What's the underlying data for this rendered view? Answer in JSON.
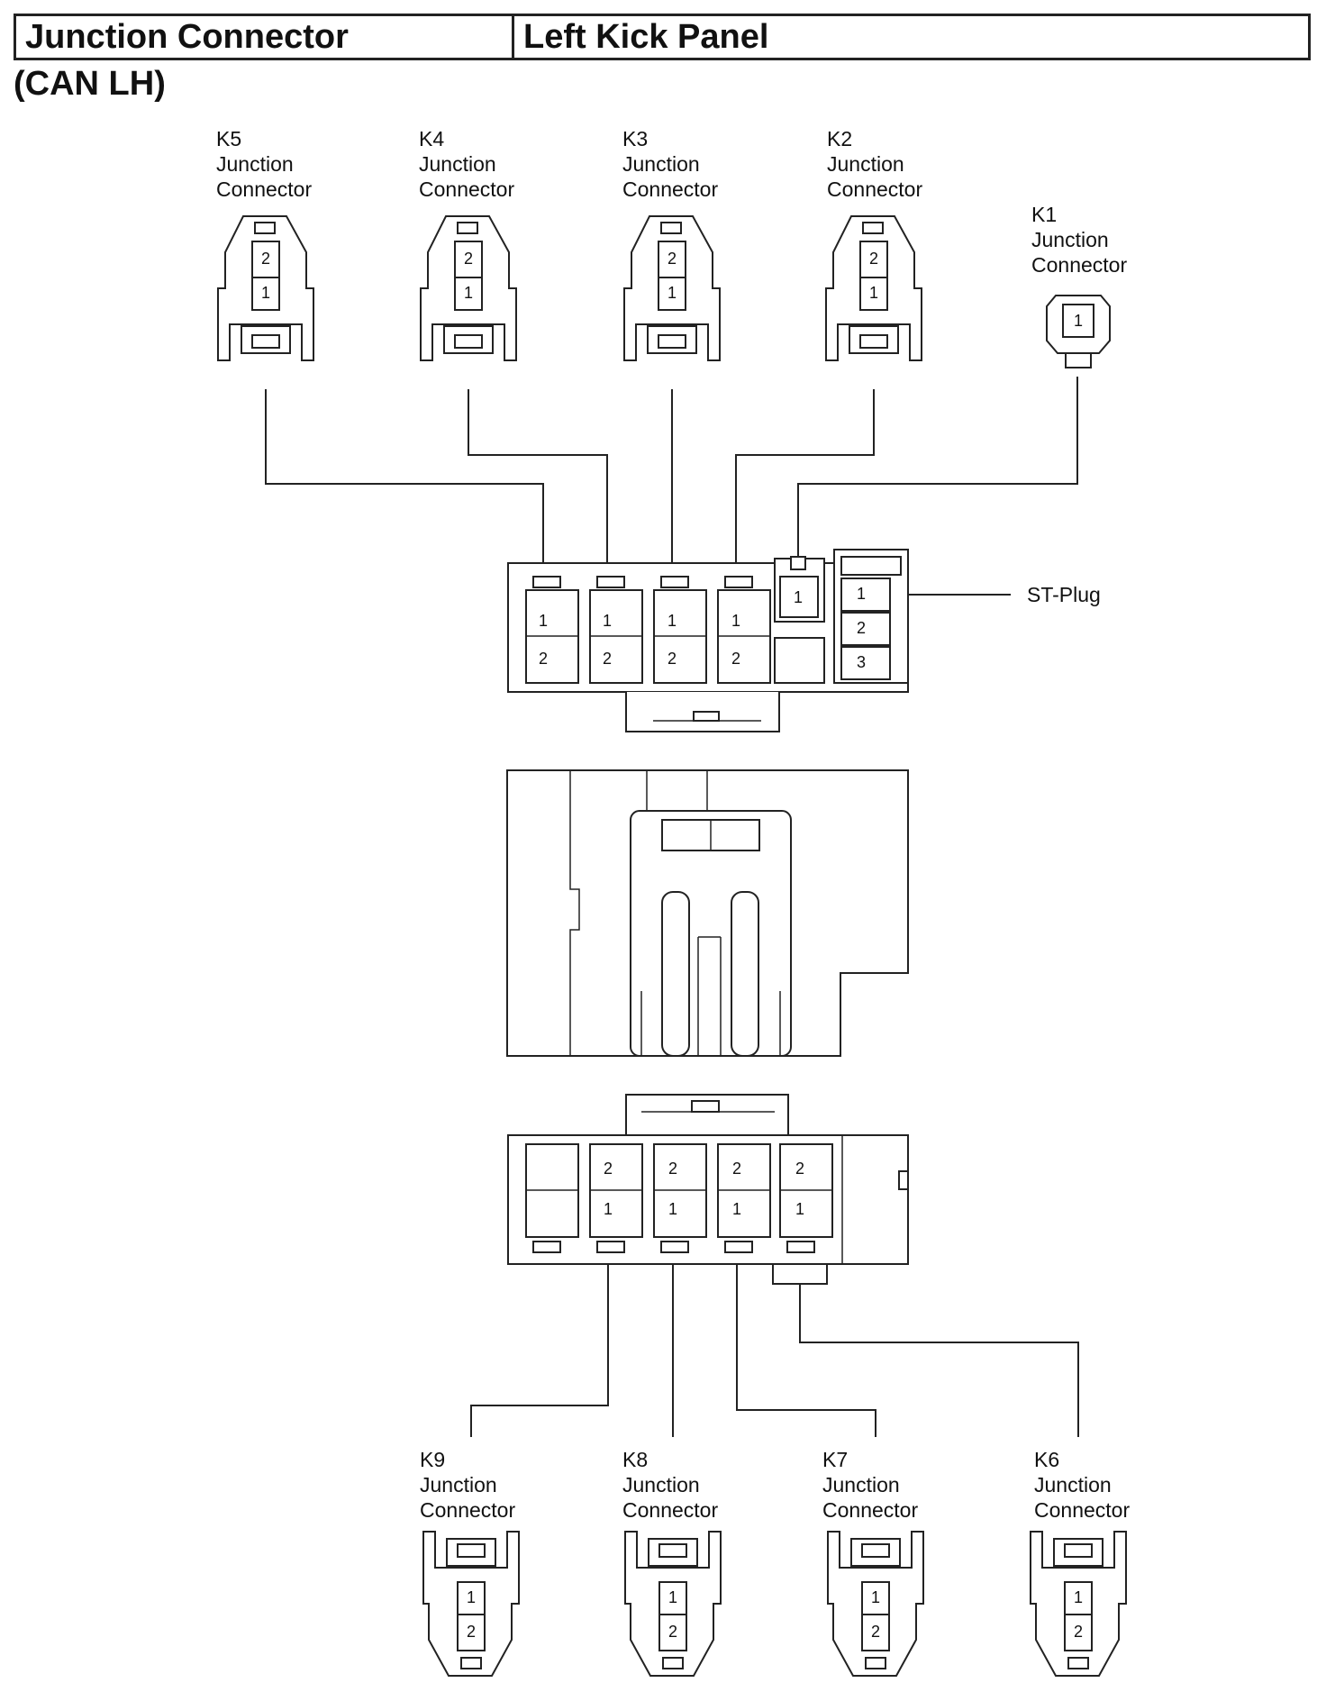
{
  "header": {
    "component": "Junction Connector",
    "location": "Left Kick Panel"
  },
  "subtitle": "(CAN LH)",
  "top_connectors": [
    {
      "id": "K5",
      "line1": "Junction",
      "line2": "Connector",
      "pins": [
        "2",
        "1"
      ]
    },
    {
      "id": "K4",
      "line1": "Junction",
      "line2": "Connector",
      "pins": [
        "2",
        "1"
      ]
    },
    {
      "id": "K3",
      "line1": "Junction",
      "line2": "Connector",
      "pins": [
        "2",
        "1"
      ]
    },
    {
      "id": "K2",
      "line1": "Junction",
      "line2": "Connector",
      "pins": [
        "2",
        "1"
      ]
    },
    {
      "id": "K1",
      "line1": "Junction",
      "line2": "Connector",
      "pins": [
        "1"
      ]
    }
  ],
  "bottom_connectors": [
    {
      "id": "K9",
      "line1": "Junction",
      "line2": "Connector",
      "pins": [
        "1",
        "2"
      ]
    },
    {
      "id": "K8",
      "line1": "Junction",
      "line2": "Connector",
      "pins": [
        "1",
        "2"
      ]
    },
    {
      "id": "K7",
      "line1": "Junction",
      "line2": "Connector",
      "pins": [
        "1",
        "2"
      ]
    },
    {
      "id": "K6",
      "line1": "Junction",
      "line2": "Connector",
      "pins": [
        "1",
        "2"
      ]
    }
  ],
  "upper_block": {
    "slot_pins": [
      "1",
      "2"
    ],
    "k1_pin": "1",
    "st_plug_pins": [
      "1",
      "2",
      "3"
    ],
    "st_plug_label": "ST-Plug"
  },
  "lower_block": {
    "slot_pins": [
      "2",
      "1"
    ]
  }
}
